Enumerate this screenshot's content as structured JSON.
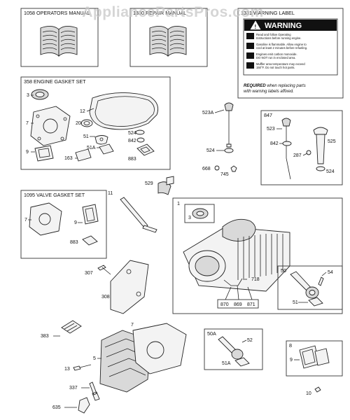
{
  "watermark": "AppliancePartsPros.com",
  "boxes": {
    "operators_manual": "1058 OPERATORS MANUAL",
    "repair_manual": "1330 REPAIR MANUAL",
    "warning_label": "1331 WARNING LABEL",
    "engine_gasket_set": "358 ENGINE GASKET SET",
    "valve_gasket_set": "1095 VALVE GASKET SET",
    "cylinder": "1",
    "dipstick_tube": "847",
    "connecting_rod": "50",
    "rod_kit": "50A",
    "breather": "8"
  },
  "warning": {
    "heading": "WARNING",
    "lines": [
      "Read and follow Operating",
      "Instructions before running engine.",
      "Gasoline is flammable. Allow engine to",
      "cool at least 2 minutes before refueling.",
      "Engines emit carbon monoxide.",
      "DO NOT run in enclosed area.",
      "Muffler area temperature may exceed",
      "150°F. Do not touch hot parts."
    ],
    "required_bold": "REQUIRED",
    "required_rest": " when replacing parts",
    "required_line2": "with warning labels affixed."
  },
  "callouts": {
    "g3": "3",
    "g7": "7",
    "g9": "9",
    "g12": "12",
    "g20": "20",
    "g51": "51",
    "g51a": "51A",
    "g163": "163",
    "g524": "524",
    "g842": "842",
    "g883": "883",
    "v7": "7",
    "v9": "9",
    "v883": "883",
    "d523a": "523A",
    "d524": "524",
    "d668": "668",
    "d745": "745",
    "t523": "523",
    "t842": "842",
    "t525": "525",
    "t287": "287",
    "t524": "524",
    "c3": "3",
    "c718": "718",
    "c870": "870",
    "c869": "869",
    "c871": "871",
    "r54": "54",
    "r51": "51",
    "p11": "11",
    "p529": "529",
    "p307": "307",
    "p308": "308",
    "h383": "383",
    "h5": "5",
    "h7": "7",
    "h13": "13",
    "h337": "337",
    "h635": "635",
    "k52": "52",
    "k51a": "51A",
    "b8": "8",
    "b9": "9",
    "b10": "10"
  }
}
